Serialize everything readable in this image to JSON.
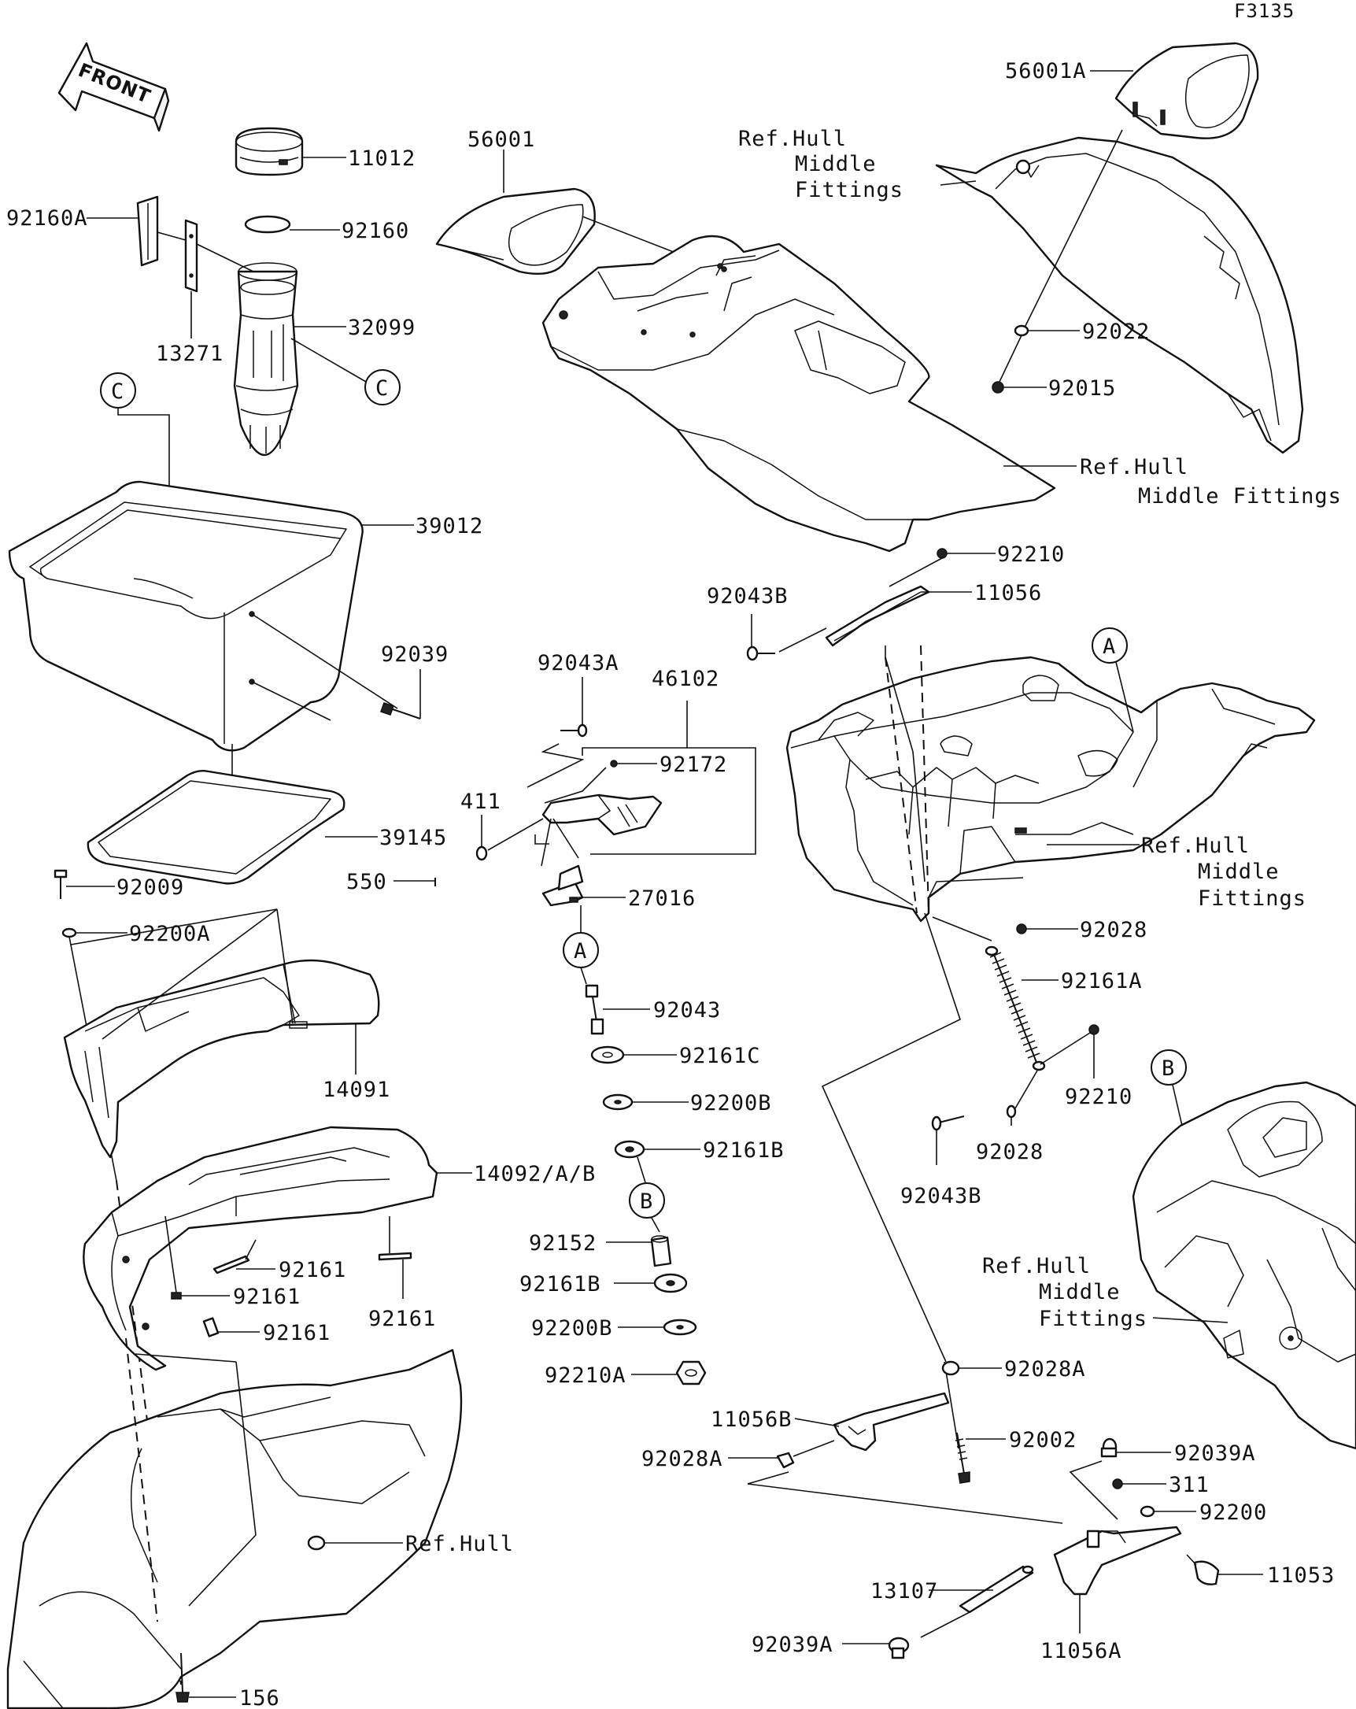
{
  "figure_id": "F3135",
  "front_label": "FRONT",
  "labels": {
    "p11012": "11012",
    "p92160": "92160",
    "p92160A": "92160A",
    "p32099": "32099",
    "p13271": "13271",
    "refC_top": "C",
    "refC_left": "C",
    "p39012": "39012",
    "p92039": "92039",
    "p39145": "39145",
    "p92009": "92009",
    "p92200A": "92200A",
    "p14091": "14091",
    "p14092": "14092/A/B",
    "p92161_a": "92161",
    "p92161_b": "92161",
    "p92161_c": "92161",
    "p92161_d": "92161",
    "ref_hull": "Ref.Hull",
    "p156": "156",
    "p56001": "56001",
    "p56001A": "56001A",
    "ref_hull_mf_1": [
      "Ref.Hull",
      "Middle",
      "Fittings"
    ],
    "ref_hull_mf_2": [
      "Ref.Hull",
      "Middle Fittings"
    ],
    "ref_hull_mf_3": [
      "Ref.Hull",
      "Middle",
      "Fittings"
    ],
    "ref_hull_mf_4": [
      "Ref.Hull",
      "Middle",
      "Fittings"
    ],
    "p92022": "92022",
    "p92015": "92015",
    "p92210_top": "92210",
    "p11056": "11056",
    "p92043B_top": "92043B",
    "p92043A": "92043A",
    "p46102": "46102",
    "p92172": "92172",
    "p411": "411",
    "p550": "550",
    "p27016": "27016",
    "refA_mid": "A",
    "p92043": "92043",
    "p92161C": "92161C",
    "p92200B_top": "92200B",
    "p92161B_top": "92161B",
    "refB_mid": "B",
    "p92152": "92152",
    "p92161B_bot": "92161B",
    "p92200B_bot": "92200B",
    "p92210A": "92210A",
    "refA_right": "A",
    "p92028_top": "92028",
    "p92161A": "92161A",
    "p92210_mid": "92210",
    "p92028_mid": "92028",
    "p92043B_mid": "92043B",
    "refB_right": "B",
    "p92028A_top": "92028A",
    "p11056B": "11056B",
    "p92028A_left": "92028A",
    "p92002": "92002",
    "p92039A_top": "92039A",
    "p311": "311",
    "p92200": "92200",
    "p11053": "11053",
    "p13107": "13107",
    "p92039A_bot": "92039A",
    "p11056A": "11056A"
  }
}
